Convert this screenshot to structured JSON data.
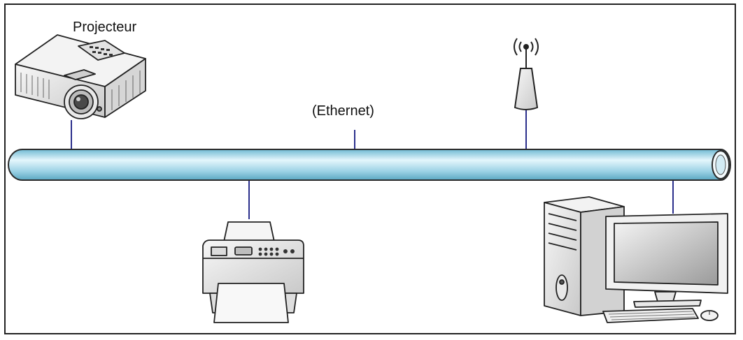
{
  "diagram": {
    "projector_label": "Projecteur",
    "network_label": "(Ethernet)",
    "colors": {
      "cable_fill": "#9fd3e6",
      "cable_highlight": "#e4f6fc",
      "cable_outline": "#2a2a2a",
      "link_line": "#2b2f8c",
      "device_fill": "#ececec",
      "device_stroke": "#222222"
    },
    "nodes": [
      {
        "id": "projector",
        "icon": "projector-icon"
      },
      {
        "id": "wireless-access-point",
        "icon": "antenna-icon"
      },
      {
        "id": "printer",
        "icon": "printer-icon"
      },
      {
        "id": "desktop-computer",
        "icon": "computer-icon"
      }
    ]
  }
}
